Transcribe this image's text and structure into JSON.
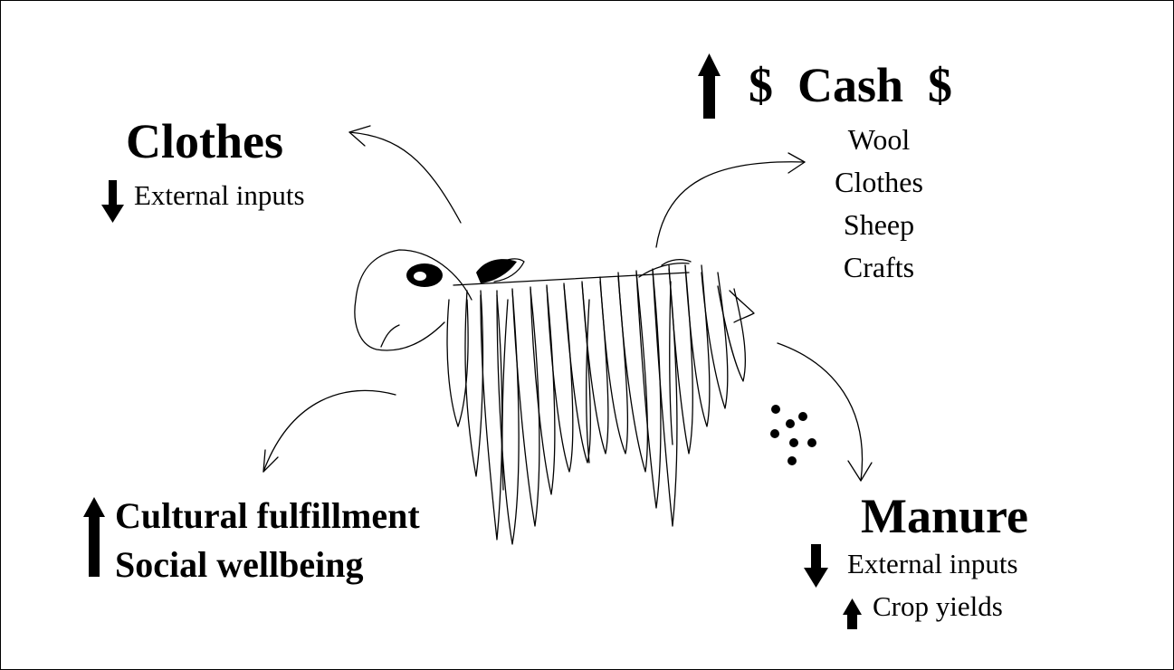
{
  "clothes": {
    "title": "Clothes",
    "item": "External inputs",
    "item_direction": "down"
  },
  "cash": {
    "title": "$  Cash  $",
    "direction": "up",
    "items": [
      "Wool",
      "Clothes",
      "Sheep",
      "Crafts"
    ]
  },
  "cultural": {
    "direction": "up",
    "lines": [
      "Cultural fulfillment",
      "Social wellbeing"
    ]
  },
  "manure": {
    "title": "Manure",
    "items": [
      {
        "text": "External inputs",
        "direction": "down"
      },
      {
        "text": "Crop yields",
        "direction": "up"
      }
    ]
  },
  "icons": [
    "sheep-drawing",
    "manure-droppings",
    "up-arrow",
    "down-arrow"
  ],
  "colors": {
    "ink": "#000000",
    "background": "#ffffff"
  }
}
